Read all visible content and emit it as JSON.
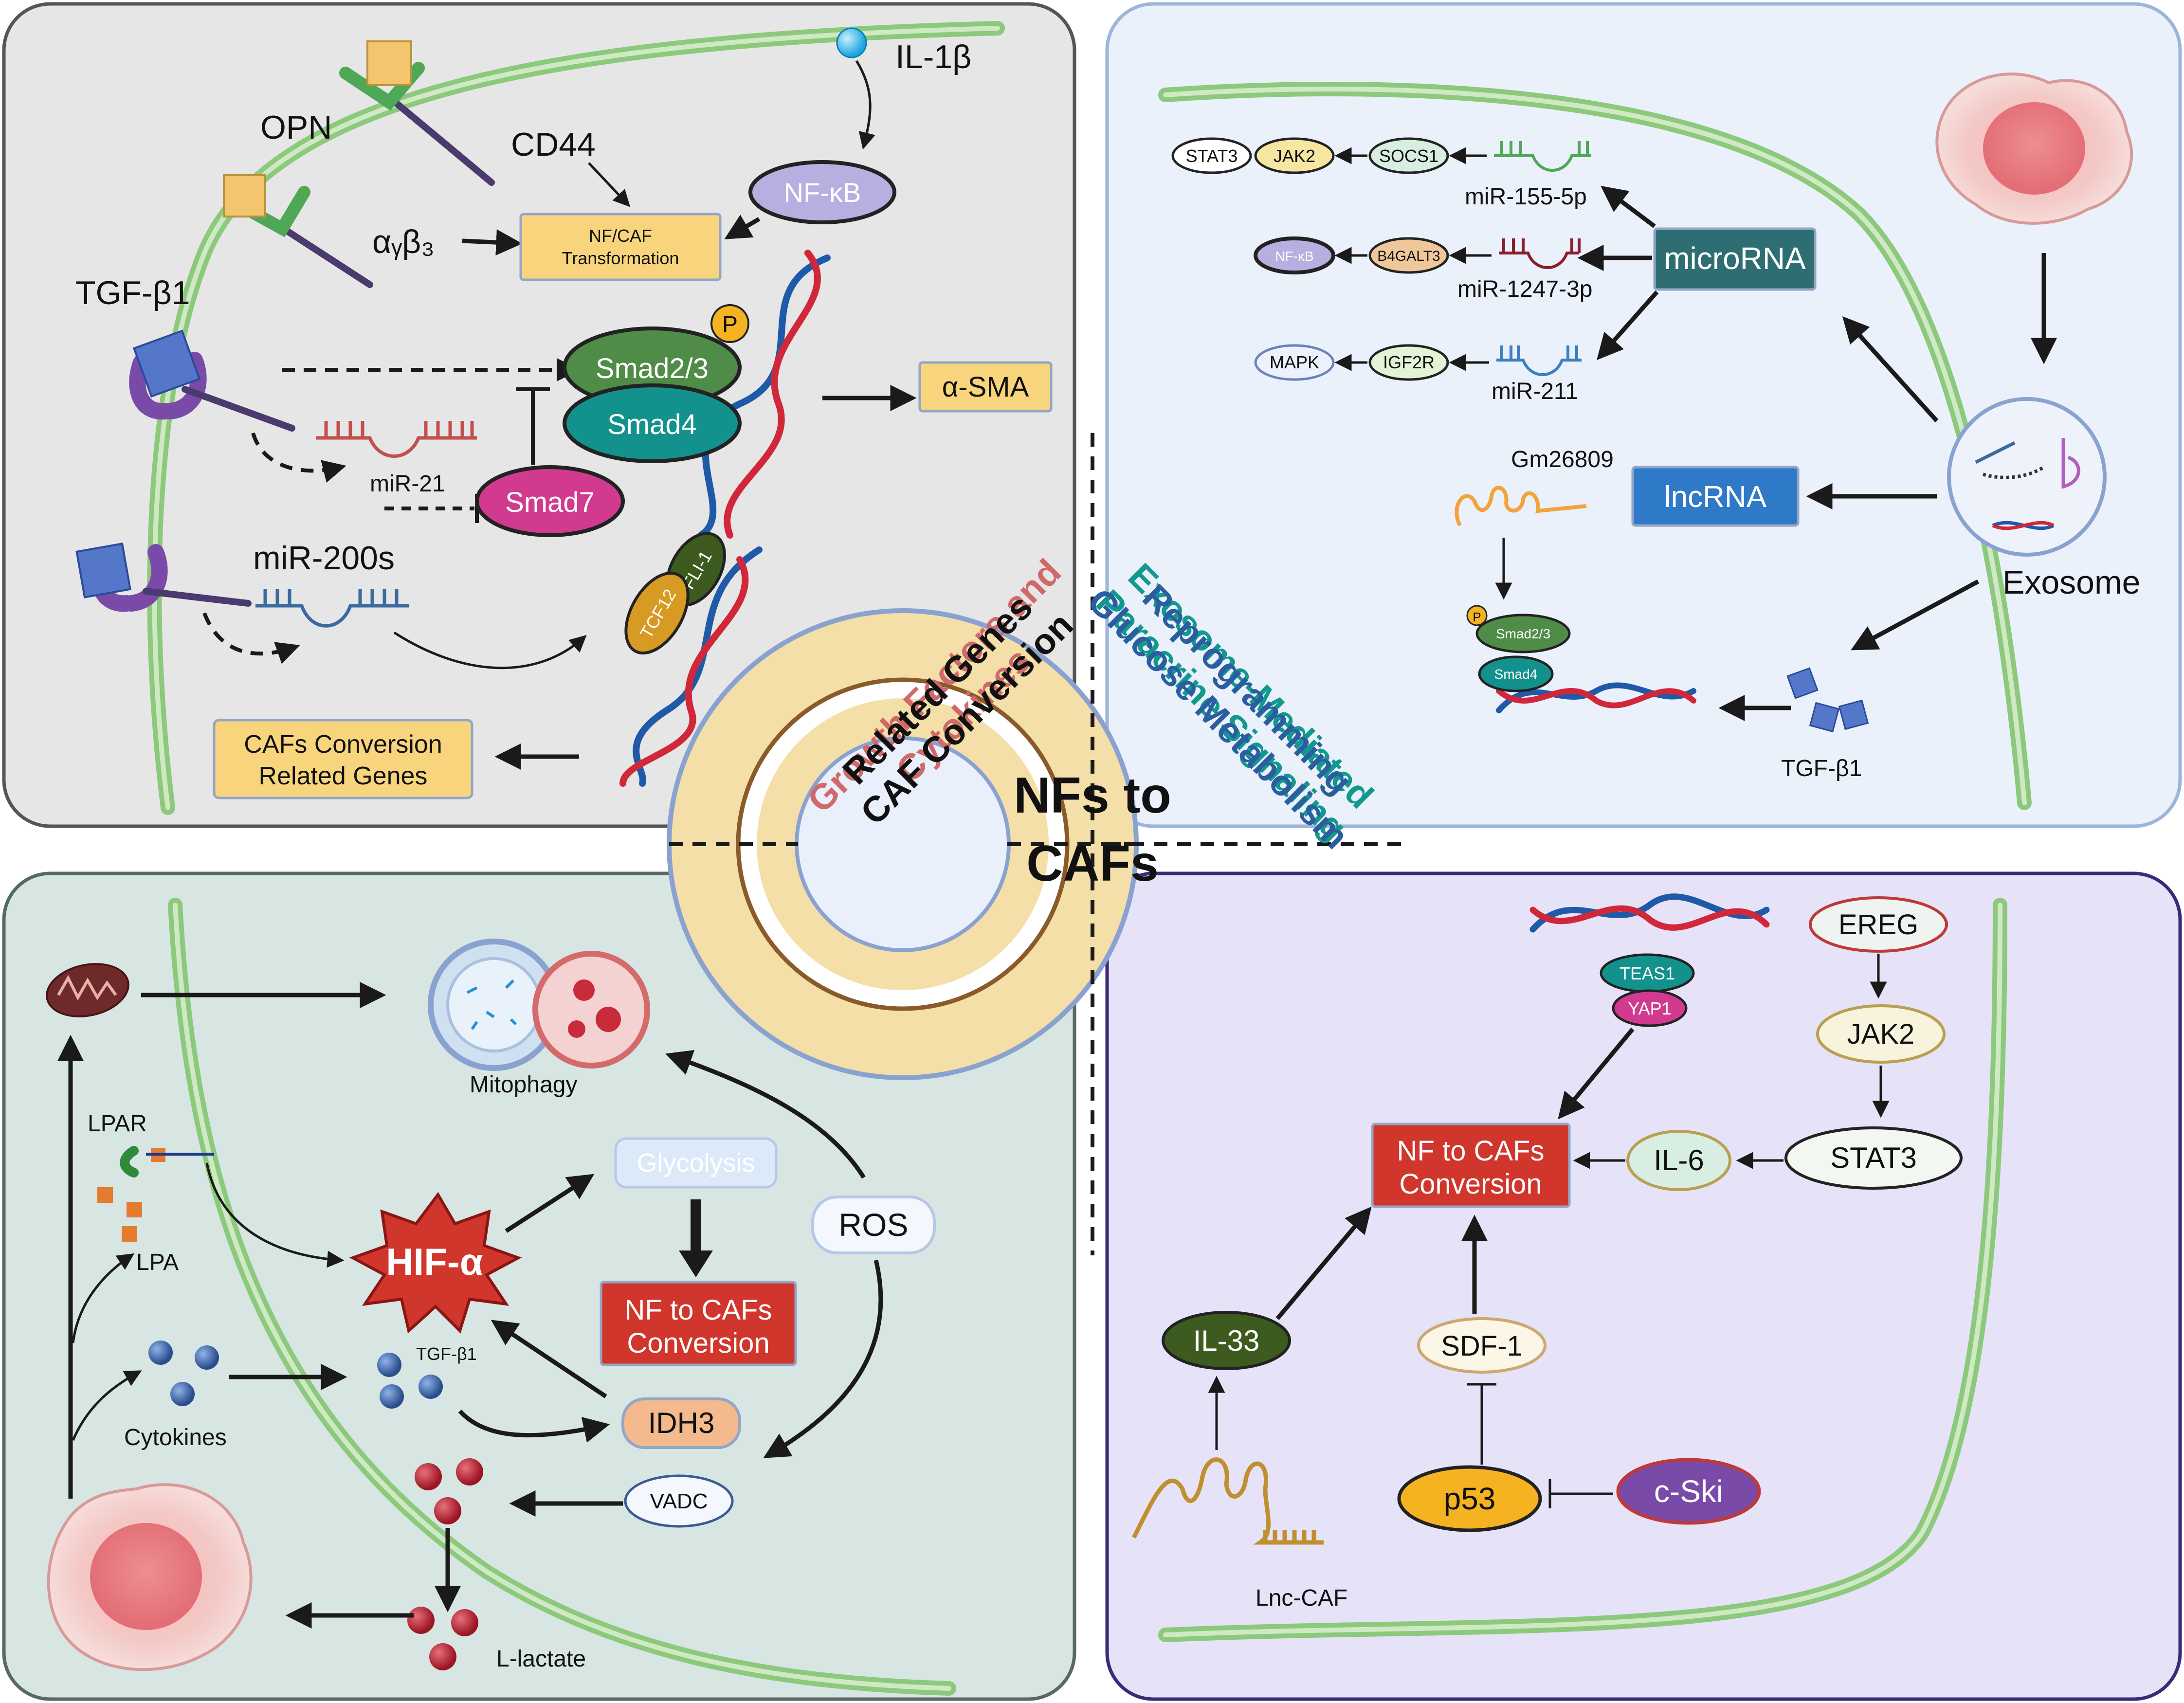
{
  "center": {
    "line1": "NFs to",
    "line2": "CAFs"
  },
  "ring": {
    "growth": {
      "line1": "Growth Factors and",
      "line2": "Cytokines"
    },
    "exosome": {
      "line1": "Exosome-Mediated",
      "line2": "Paracrine Signaling"
    },
    "glucose": {
      "line1": "Glucose Metabolism",
      "line2": "Reprogramming"
    },
    "caf": {
      "line1": "CAF Conversion",
      "line2": "Related Genes"
    }
  },
  "top_left": {
    "opn": "OPN",
    "cd44": "CD44",
    "il1b": "IL-1β",
    "nfkb": "NF-κB",
    "avb3": "αᵧβ₃",
    "transformation": {
      "line1": "NF/CAF",
      "line2": "Transformation"
    },
    "tgfb1": "TGF-β1",
    "smad23": "Smad2/3",
    "smad4": "Smad4",
    "p": "P",
    "asma": "α-SMA",
    "mir21": "miR-21",
    "smad7": "Smad7",
    "mir200s": "miR-200s",
    "fli1": "FLI-1",
    "tcf12": "TCF12",
    "caf_genes": {
      "line1": "CAFs Conversion",
      "line2": "Related Genes"
    }
  },
  "top_right": {
    "stat3": "STAT3",
    "jak2": "JAK2",
    "socs1": "SOCS1",
    "mir155": "miR-155-5p",
    "nfkb": "NF-κB",
    "b4galt3": "B4GALT3",
    "mir1247": "miR-1247-3p",
    "mapk": "MAPK",
    "igf2r": "IGF2R",
    "mir211": "miR-211",
    "microrna": "microRNA",
    "gm26809": "Gm26809",
    "lncrna": "lncRNA",
    "exosome": "Exosome",
    "p": "P",
    "smad23": "Smad2/3",
    "smad4": "Smad4",
    "tgfb1": "TGF-β1"
  },
  "bottom_left": {
    "mitophagy": "Mitophagy",
    "lpar": "LPAR",
    "lpa": "LPA",
    "glycolysis": "Glycolysis",
    "hif": "HIF-α",
    "ros": "ROS",
    "conversion": {
      "line1": "NF to CAFs",
      "line2": "Conversion"
    },
    "tgfb1": "TGF-β1",
    "cytokines": "Cytokines",
    "idh3": "IDH3",
    "vadc": "VADC",
    "llactate": "L-lactate"
  },
  "bottom_right": {
    "teas1": "TEAS1",
    "yap1": "YAP1",
    "ereg": "EREG",
    "jak2": "JAK2",
    "stat3": "STAT3",
    "il6": "IL-6",
    "conversion": {
      "line1": "NF to CAFs",
      "line2": "Conversion"
    },
    "il33": "IL-33",
    "sdf1": "SDF-1",
    "p53": "p53",
    "cski": "c-Ski",
    "lnccaf": "Lnc-CAF"
  },
  "colors": {
    "panel_tl": "#e6e6e6",
    "panel_tr": "#ebf1fb",
    "panel_bl": "#d7e6e2",
    "panel_br": "#e6e2f7",
    "membrane": "#8cc97c",
    "ring": "#f5dfa8",
    "box_yellow": "#f8d57d",
    "red_box": "#d0362c"
  }
}
